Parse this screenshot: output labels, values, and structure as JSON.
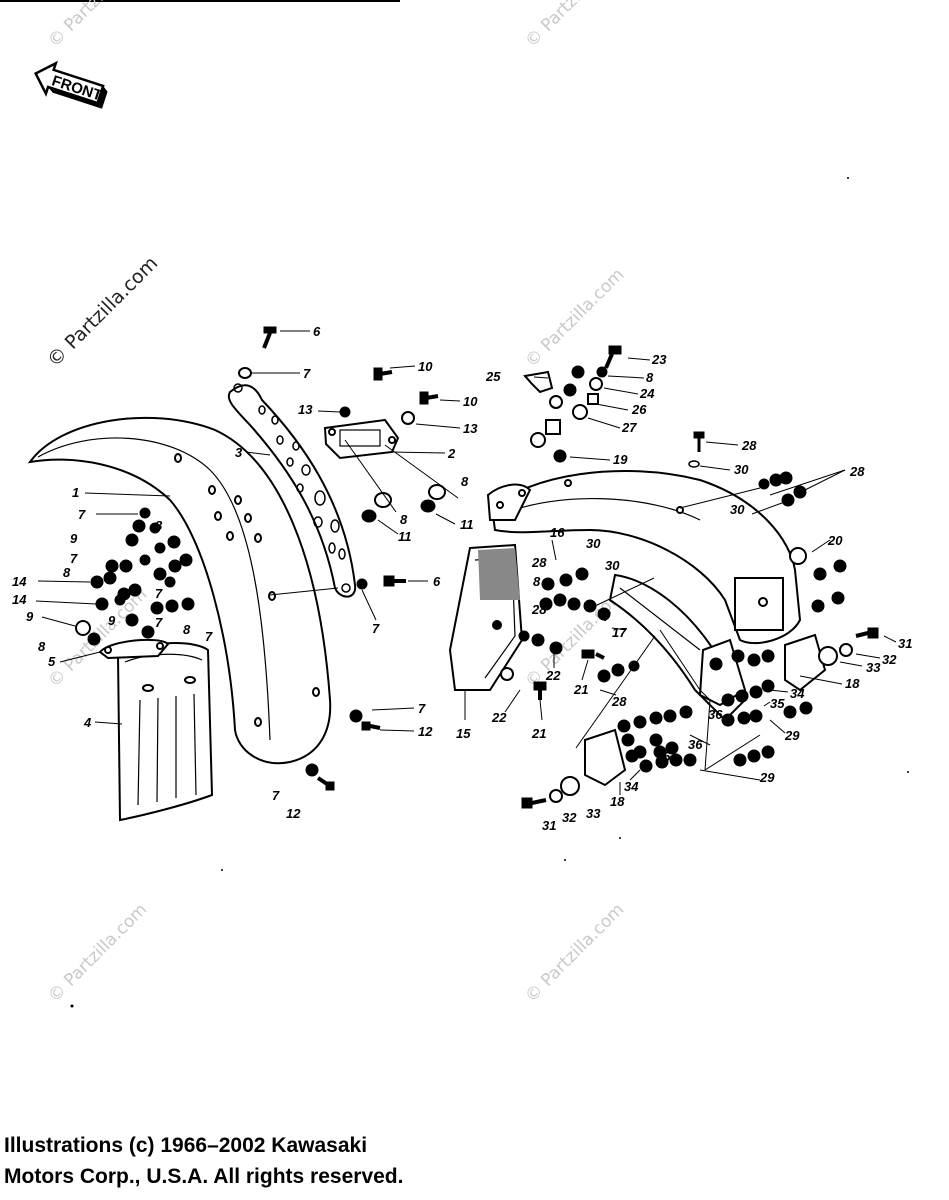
{
  "watermark": "© Partzilla.com",
  "front_label": "FRONT",
  "copyright": {
    "line1": "Illustrations (c) 1966–2002 Kawasaki",
    "line2": "Motors Corp., U.S.A.  All rights reserved."
  },
  "callouts": [
    "1",
    "2",
    "3",
    "4",
    "5",
    "6",
    "7",
    "8",
    "9",
    "10",
    "11",
    "12",
    "13",
    "14",
    "15",
    "16",
    "17",
    "18",
    "19",
    "20",
    "21",
    "22",
    "23",
    "24",
    "25",
    "26",
    "27",
    "28",
    "29",
    "30",
    "31",
    "32",
    "33",
    "34",
    "35",
    "36"
  ]
}
